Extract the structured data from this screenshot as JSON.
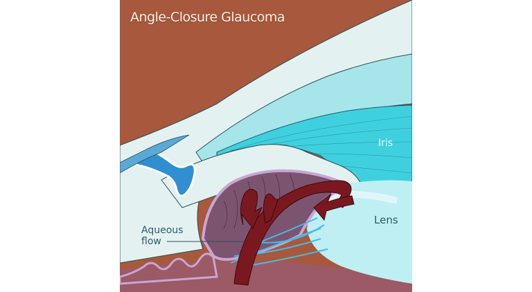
{
  "figure": {
    "title": "Angle-Closure Glaucoma",
    "labels": {
      "iris": "Iris",
      "lens": "Lens",
      "aqueous_line1": "Aqueous",
      "aqueous_line2": "flow"
    },
    "colors": {
      "background_tissue": "#a8583c",
      "sclera": "#e3f2f1",
      "cornea_layer": "#a6e6ea",
      "iris": "#3fd0df",
      "ciliary_body": "#7d5470",
      "ciliary_outline": "#c8a6d6",
      "lower_tissue": "#9c5a66",
      "arrow": "#7a1820",
      "zonule_fibers": "#49b8e6",
      "canal": "#2f8fd0",
      "lens": "#bfeff3"
    }
  }
}
